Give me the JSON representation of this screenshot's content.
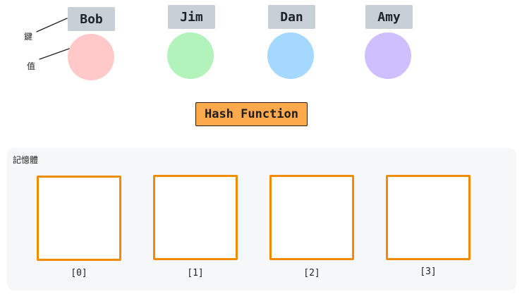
{
  "annotations": {
    "key": "鍵",
    "value": "值"
  },
  "entries": [
    {
      "key": "Bob",
      "color": "#ffc9c9"
    },
    {
      "key": "Jim",
      "color": "#b2f2bb"
    },
    {
      "key": "Dan",
      "color": "#a5d8ff"
    },
    {
      "key": "Amy",
      "color": "#d0bfff"
    }
  ],
  "hash_function": {
    "label": "Hash Function",
    "color": "#ffa94d"
  },
  "memory": {
    "title": "記憶體",
    "cell_color": "#f08c00",
    "cells": [
      {
        "label": "[0]"
      },
      {
        "label": "[1]"
      },
      {
        "label": "[2]"
      },
      {
        "label": "[3]"
      }
    ]
  }
}
